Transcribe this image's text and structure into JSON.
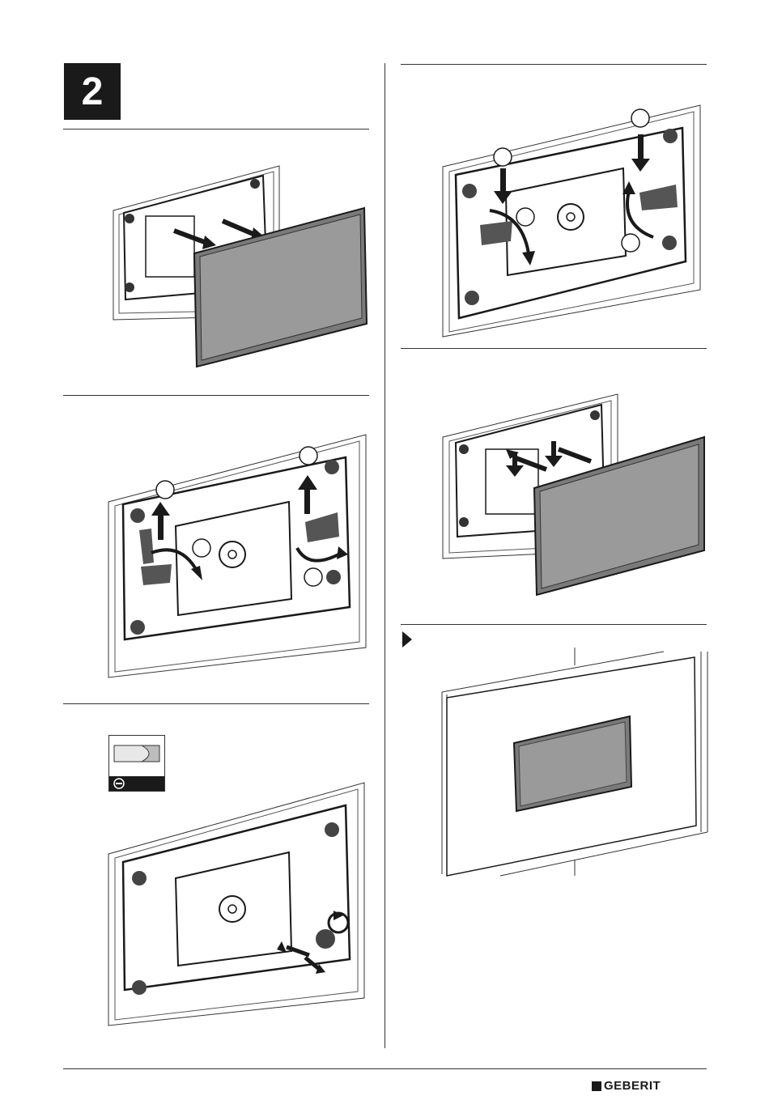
{
  "step": {
    "number": "2"
  },
  "figures": [
    {
      "id": "remove-cover",
      "callouts": []
    },
    {
      "id": "unlock-clips",
      "callouts": [
        "",
        "",
        "",
        ""
      ]
    },
    {
      "id": "adjust-screw",
      "callouts": []
    },
    {
      "id": "lock-clips",
      "callouts": [
        "",
        "",
        "",
        ""
      ]
    },
    {
      "id": "insert-cover",
      "callouts": []
    },
    {
      "id": "result",
      "callouts": []
    }
  ],
  "tool_icon": {
    "name": "flat-screwdriver-icon",
    "symbol": "⊖"
  },
  "result_marker": {
    "name": "result-triangle-icon"
  },
  "logo": {
    "text": "GEBERIT"
  },
  "colors": {
    "ink": "#1a1a1a",
    "cover": "#9a9a9a",
    "panel": "#ffffff"
  }
}
